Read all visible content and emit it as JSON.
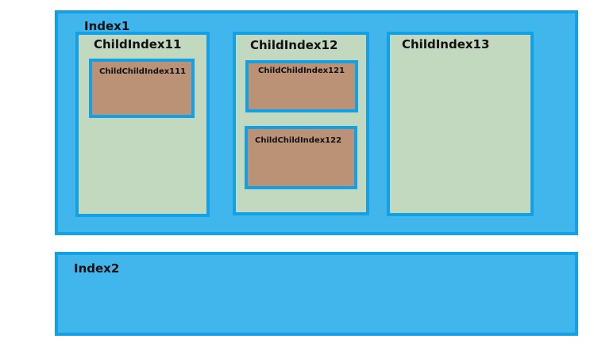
{
  "index1": {
    "label": "Index1",
    "children": [
      {
        "label": "ChildIndex11",
        "children": [
          {
            "label": "ChildChildIndex111"
          }
        ]
      },
      {
        "label": "ChildIndex12",
        "children": [
          {
            "label": "ChildChildIndex121"
          },
          {
            "label": "ChildChildIndex122"
          }
        ]
      },
      {
        "label": "ChildIndex13",
        "children": []
      }
    ]
  },
  "index2": {
    "label": "Index2"
  },
  "colors": {
    "index_fill": "#41b6ec",
    "border": "#11a1e4",
    "child_fill": "#c3d9bf",
    "grandchild_fill": "#bb9276"
  }
}
